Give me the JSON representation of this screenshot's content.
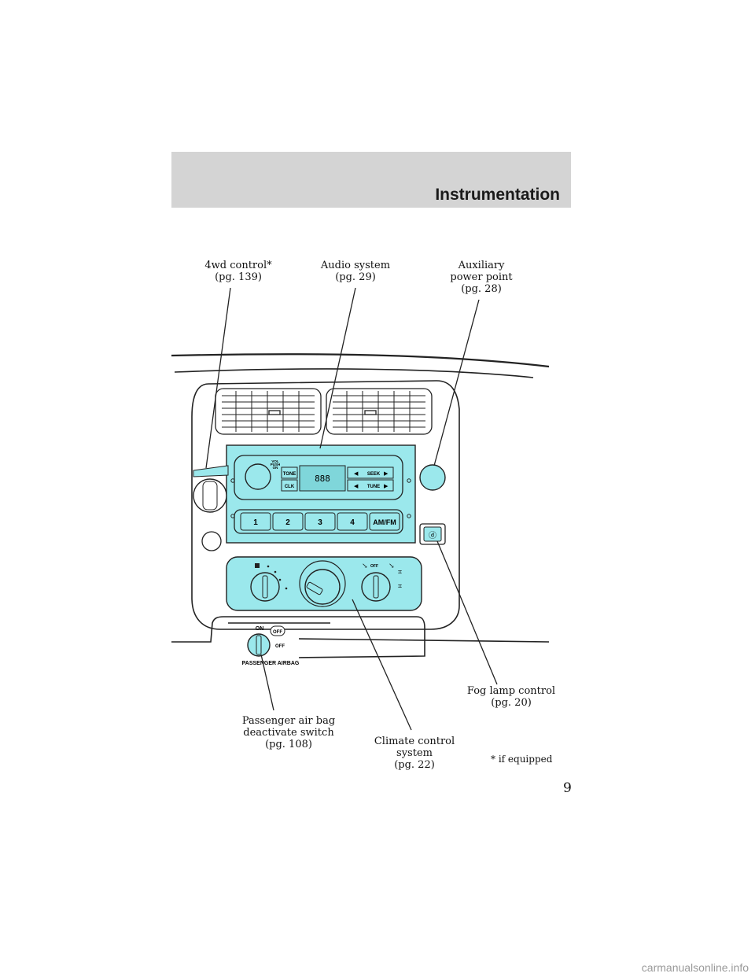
{
  "header": {
    "title": "Instrumentation"
  },
  "callouts": {
    "fourwd": "4wd control*\n(pg. 139)",
    "audio": "Audio system\n(pg. 29)",
    "aux": "Auxiliary\npower point\n(pg. 28)",
    "foglamp": "Fog lamp control\n(pg. 20)",
    "airbag": "Passenger air bag\ndeactivate switch\n(pg. 108)",
    "climate": "Climate control\nsystem\n(pg. 22)"
  },
  "footnote": "* if equipped",
  "page_number": "9",
  "diagram": {
    "radio": {
      "tone": "TONE",
      "clk": "CLK",
      "seek": "SEEK",
      "tune": "TUNE",
      "vol": "VOL",
      "push": "PUSH",
      "on": "ON",
      "presets": [
        "1",
        "2",
        "3",
        "4",
        "AM/FM"
      ]
    },
    "airbag_switch": {
      "on": "ON",
      "off_badge": "OFF",
      "off": "OFF",
      "label": "PASSENGER AIRBAG"
    },
    "climate_off": "OFF"
  },
  "watermark": "carmanualsonline.info",
  "colors": {
    "panel_cyan": "#9be8ec",
    "header_gray": "#d4d4d4"
  }
}
